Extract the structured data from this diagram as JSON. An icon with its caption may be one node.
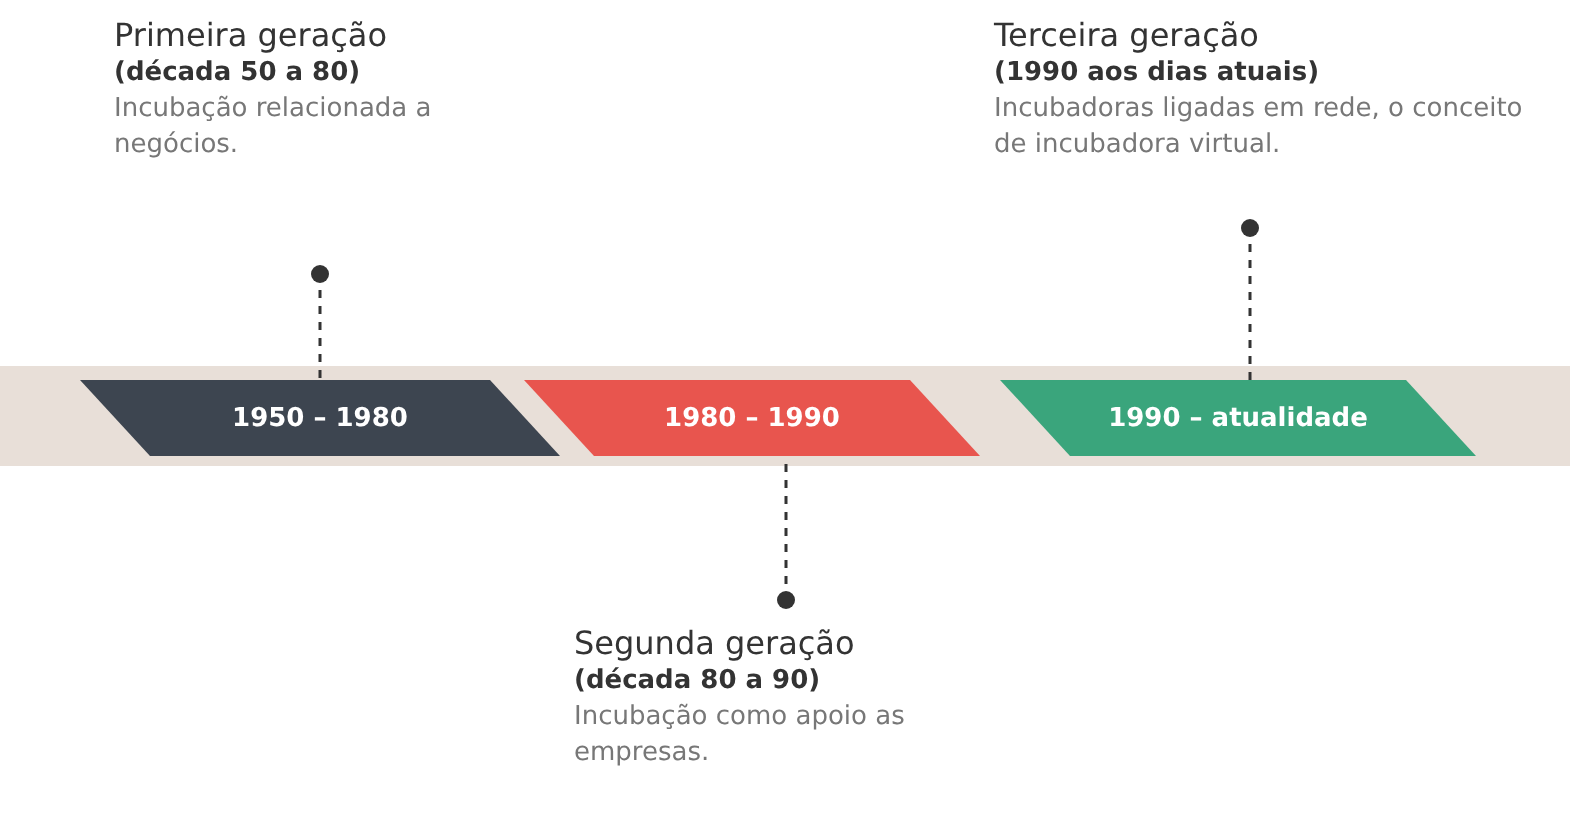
{
  "diagram": {
    "nodes": [
      {
        "text": [
          "Primeira geração",
          "(década 50 a 80)",
          "Incubação relacionada a negócios."
        ]
      },
      {
        "text": [
          "Terceira geração",
          "(1990 aos dias atuais)",
          "Incubadoras ligadas em rede, o conceito de incubadora virtual."
        ]
      },
      {
        "text": [
          "1950 – 1980"
        ]
      },
      {
        "text": [
          "1980 – 1990"
        ]
      },
      {
        "text": [
          "1990 – atualidade"
        ]
      },
      {
        "text": [
          "Segunda geração",
          "(década 80 a 90)",
          "Incubação como apoio as empresas."
        ]
      }
    ],
    "edges": [
      {
        "from": 0,
        "to": 2,
        "arrow": "other",
        "style": "dashed"
      },
      {
        "from": 1,
        "to": 4,
        "arrow": "other",
        "style": "dashed"
      },
      {
        "from": 5,
        "to": 3,
        "arrow": "other",
        "style": "dashed"
      }
    ]
  }
}
